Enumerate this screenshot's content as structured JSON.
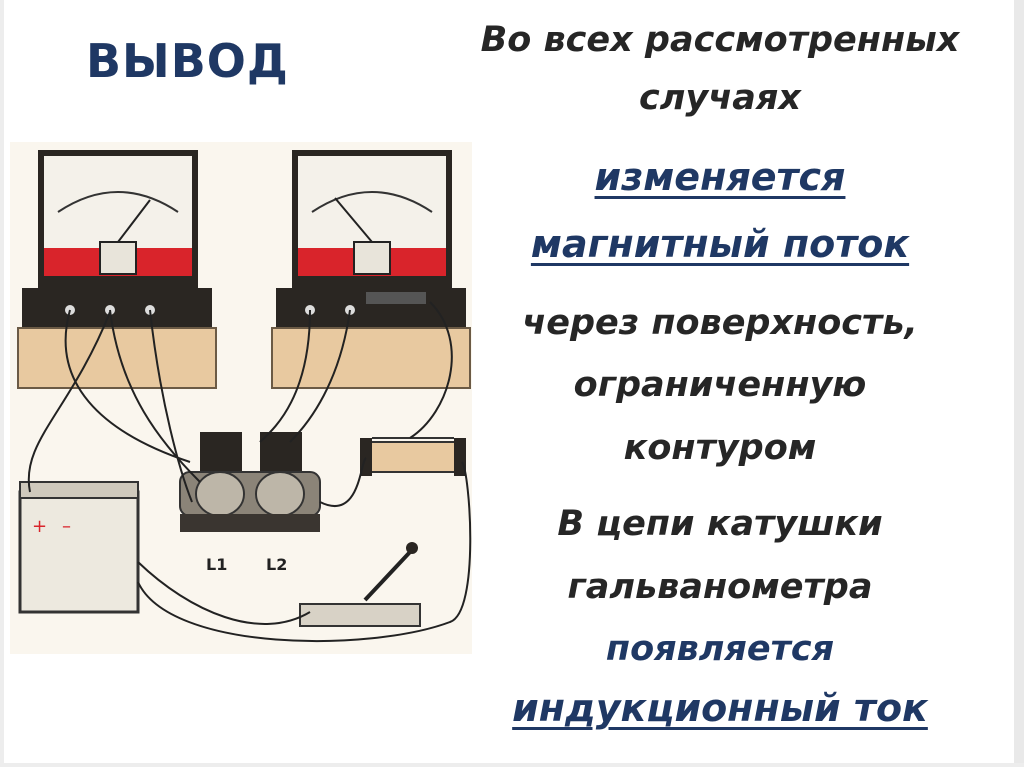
{
  "slide": {
    "title": "ВЫВОД",
    "lines": [
      "Во всех рассмотренных",
      "случаях",
      " изменяется",
      "магнитный поток",
      "через поверхность,",
      "ограниченную",
      "контуром",
      "В цепи катушки",
      "гальванометра",
      "появляется",
      "индукционный ток"
    ]
  },
  "diagram": {
    "coil_labels": [
      "L1",
      "L2"
    ],
    "colors": {
      "scale_red": "#d9242b",
      "wood": "#e8c9a0",
      "meter_dark": "#2a2622",
      "paper": "#faf6ee"
    }
  },
  "colors": {
    "title": "#1f3864",
    "text_dark": "#262626",
    "accent": "#1f3864"
  }
}
